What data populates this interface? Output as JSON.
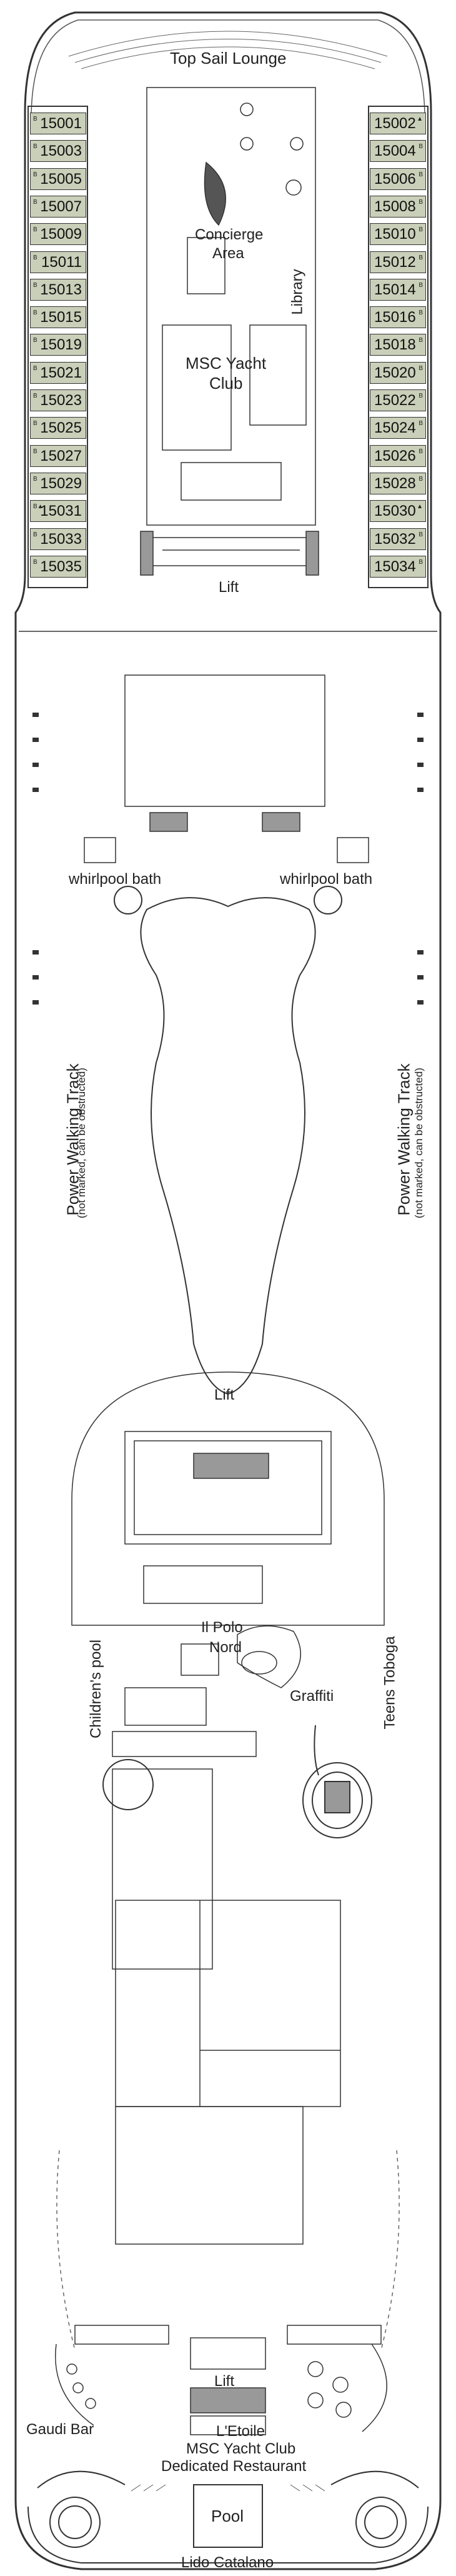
{
  "deck": {
    "venues": {
      "top_sail_lounge": "Top Sail Lounge",
      "concierge_area": "Concierge Area",
      "library": "Library",
      "msc_yacht_club": "MSC Yacht Club",
      "lift": "Lift",
      "whirlpool": "whirlpool bath",
      "power_walking": "Power Walking Track",
      "power_walking_note": "(not marked, can be obstructed)",
      "il_polo_nord": "Il Polo Nord",
      "graffiti": "Graffiti",
      "childrens_pool": "Children's pool",
      "teens_toboga": "Teens Toboga",
      "gaudi_bar": "Gaudi Bar",
      "letoile": "L'Etoile",
      "yacht_club_restaurant_1": "MSC Yacht Club",
      "yacht_club_restaurant_2": "Dedicated Restaurant",
      "pool": "Pool",
      "lido_catalano": "Lido Catalano"
    },
    "cabins_left": [
      {
        "number": "15001",
        "marker": "B"
      },
      {
        "number": "15003",
        "marker": "B"
      },
      {
        "number": "15005",
        "marker": "B"
      },
      {
        "number": "15007",
        "marker": "B"
      },
      {
        "number": "15009",
        "marker": "B"
      },
      {
        "number": "15011",
        "marker": "B"
      },
      {
        "number": "15013",
        "marker": "B"
      },
      {
        "number": "15015",
        "marker": "B"
      },
      {
        "number": "15019",
        "marker": "B"
      },
      {
        "number": "15021",
        "marker": "B"
      },
      {
        "number": "15023",
        "marker": "B"
      },
      {
        "number": "15025",
        "marker": "B"
      },
      {
        "number": "15027",
        "marker": "B"
      },
      {
        "number": "15029",
        "marker": "B"
      },
      {
        "number": "15031",
        "marker": "B▲"
      },
      {
        "number": "15033",
        "marker": "B"
      },
      {
        "number": "15035",
        "marker": "B"
      }
    ],
    "cabins_right": [
      {
        "number": "15002",
        "marker": "▲"
      },
      {
        "number": "15004",
        "marker": "B"
      },
      {
        "number": "15006",
        "marker": "B"
      },
      {
        "number": "15008",
        "marker": "B"
      },
      {
        "number": "15010",
        "marker": "B"
      },
      {
        "number": "15012",
        "marker": "B"
      },
      {
        "number": "15014",
        "marker": "B"
      },
      {
        "number": "15016",
        "marker": "B"
      },
      {
        "number": "15018",
        "marker": "B"
      },
      {
        "number": "15020",
        "marker": "B"
      },
      {
        "number": "15022",
        "marker": "B"
      },
      {
        "number": "15024",
        "marker": "B"
      },
      {
        "number": "15026",
        "marker": "B"
      },
      {
        "number": "15028",
        "marker": "B"
      },
      {
        "number": "15030",
        "marker": "▲"
      },
      {
        "number": "15032",
        "marker": "B"
      },
      {
        "number": "15034",
        "marker": "B"
      }
    ],
    "colors": {
      "hull_line": "#333333",
      "cabin_fill": "#c9cfb8",
      "water_light": "#dfe3d4",
      "background": "#ffffff"
    }
  }
}
